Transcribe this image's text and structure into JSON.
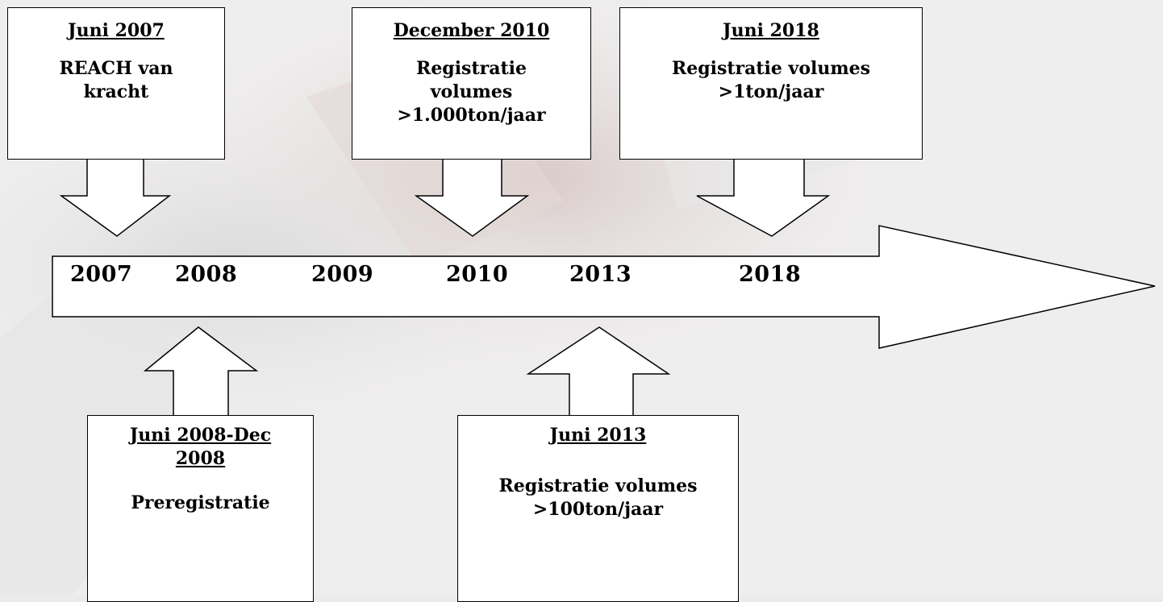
{
  "timeline": {
    "years": [
      "2007",
      "2008",
      "2009",
      "2010",
      "2013",
      "2018"
    ]
  },
  "events_top": [
    {
      "date": "Juni 2007",
      "text": "REACH van kracht"
    },
    {
      "date": "December  2010",
      "text": "Registratie volumes >1.000ton/jaar"
    },
    {
      "date": "Juni 2018",
      "text": "Registratie volumes >1ton/jaar"
    }
  ],
  "events_bottom": [
    {
      "date": "Juni 2008-Dec 2008",
      "text": "Preregistratie"
    },
    {
      "date": "Juni 2013",
      "text": "Registratie volumes >100ton/jaar"
    }
  ],
  "colors": {
    "background": "#eceaea",
    "box_fill": "#ffffff",
    "stroke": "#000000"
  }
}
